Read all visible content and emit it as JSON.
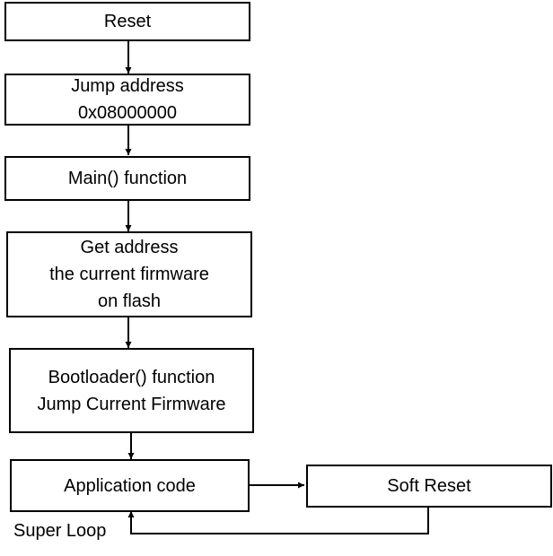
{
  "flowchart": {
    "nodes": [
      {
        "id": "reset",
        "lines": [
          "Reset"
        ]
      },
      {
        "id": "jump-address",
        "lines": [
          "Jump address",
          "0x08000000"
        ]
      },
      {
        "id": "main-function",
        "lines": [
          "Main() function"
        ]
      },
      {
        "id": "get-address",
        "lines": [
          "Get address",
          "the current firmware",
          "on flash"
        ]
      },
      {
        "id": "bootloader-function",
        "lines": [
          "Bootloader() function",
          "Jump Current Firmware"
        ]
      },
      {
        "id": "application-code",
        "lines": [
          "Application code"
        ]
      },
      {
        "id": "soft-reset",
        "lines": [
          "Soft Reset"
        ]
      }
    ],
    "edges": [
      {
        "from": "reset",
        "to": "jump-address"
      },
      {
        "from": "jump-address",
        "to": "main-function"
      },
      {
        "from": "main-function",
        "to": "get-address"
      },
      {
        "from": "get-address",
        "to": "bootloader-function"
      },
      {
        "from": "bootloader-function",
        "to": "application-code"
      },
      {
        "from": "application-code",
        "to": "soft-reset"
      },
      {
        "from": "soft-reset",
        "to": "application-code",
        "label": "Super Loop"
      }
    ],
    "loop_label": "Super Loop",
    "colors": {
      "stroke": "#000000",
      "background": "#ffffff"
    }
  }
}
